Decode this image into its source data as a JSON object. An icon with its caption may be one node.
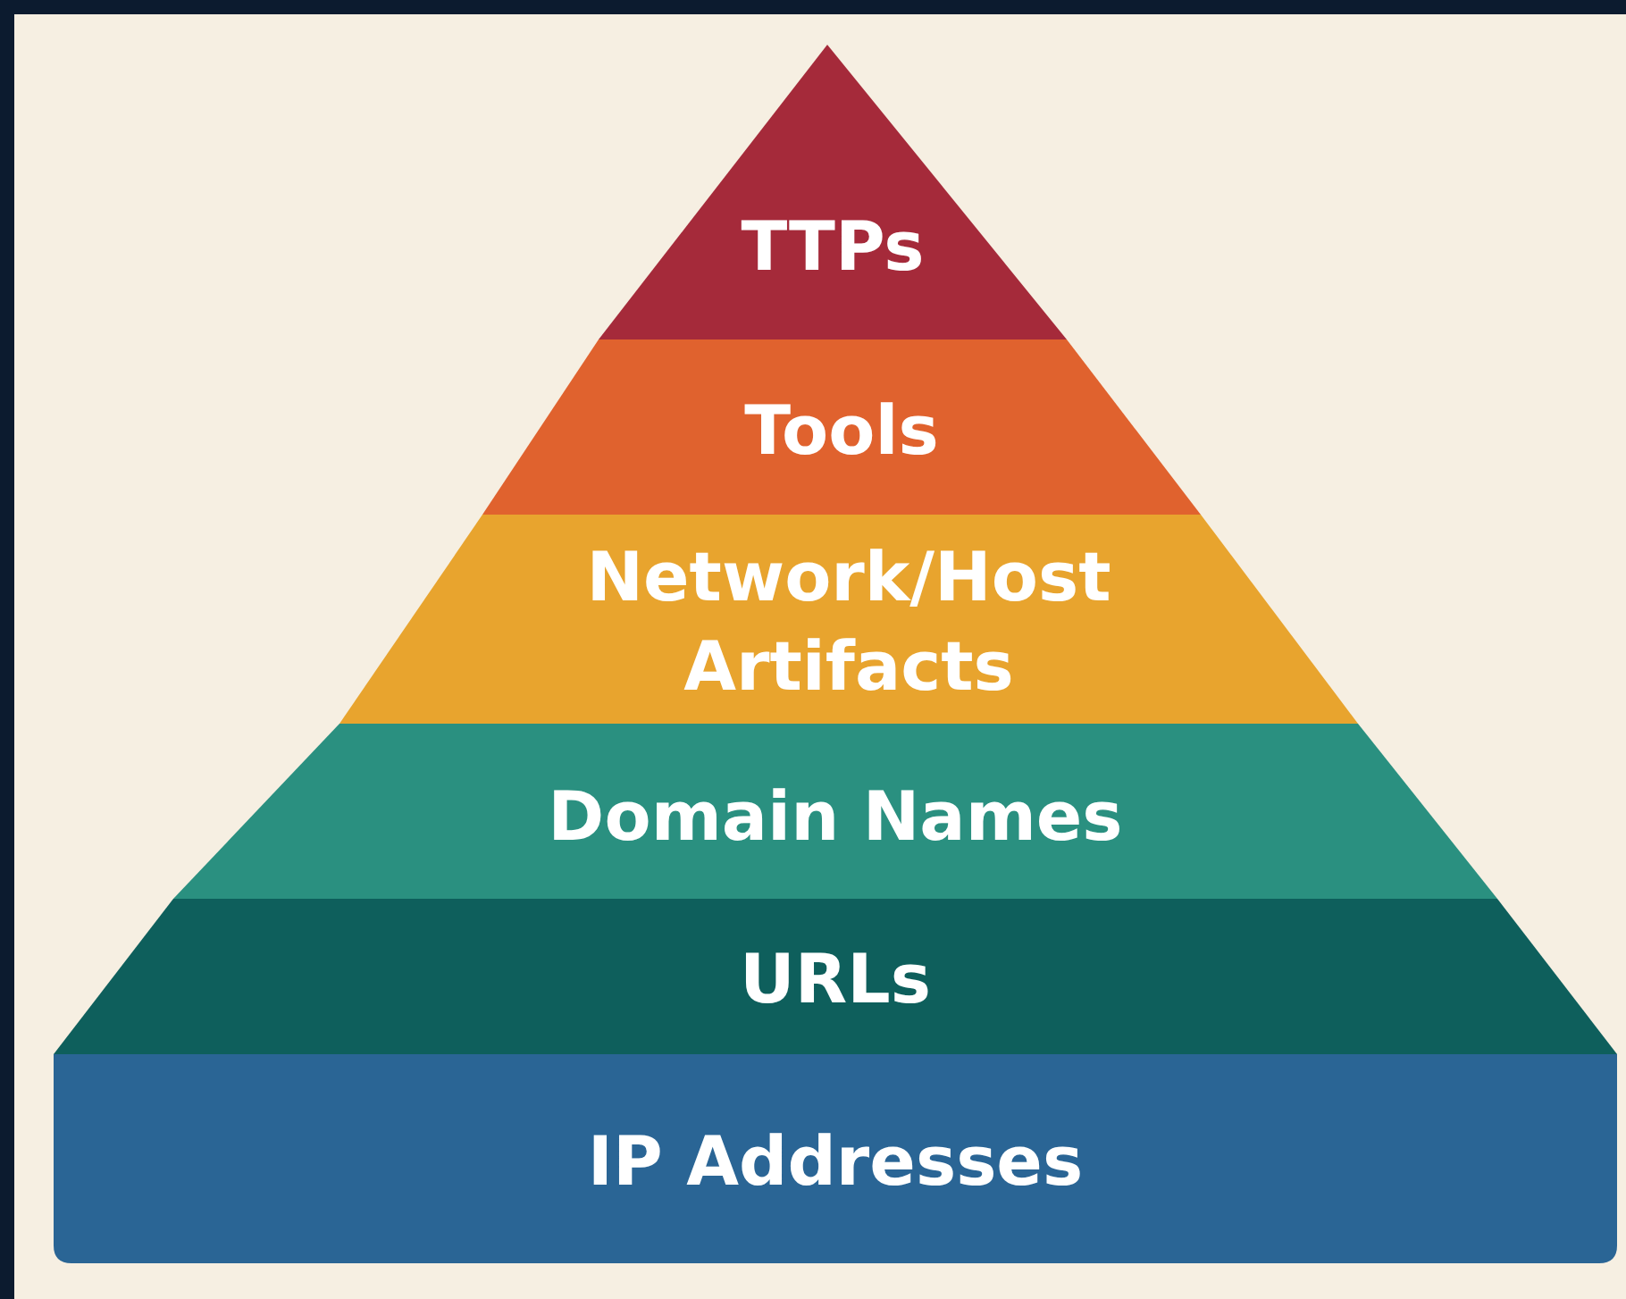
{
  "diagram": {
    "nodes": [
      {
        "text": [
          "TTPs"
        ]
      },
      {
        "text": [
          "Tools"
        ]
      },
      {
        "text": [
          "Network/Host Artifacts"
        ]
      },
      {
        "text": [
          "Domain Names"
        ]
      },
      {
        "text": [
          "URLs"
        ]
      },
      {
        "text": [
          "IP Addresses"
        ]
      }
    ]
  }
}
